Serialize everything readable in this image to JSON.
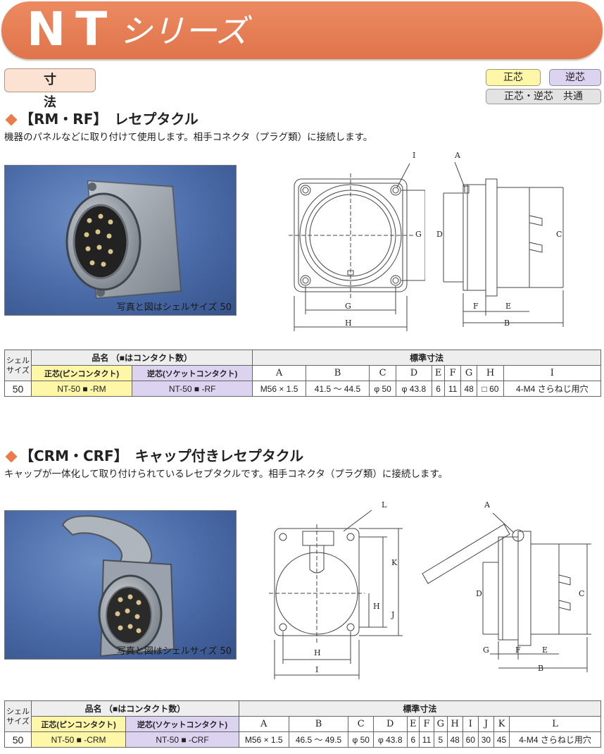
{
  "header": {
    "title_nt": "NT",
    "title_series": "シリーズ"
  },
  "tag": "寸 法",
  "legend": {
    "sei": "正芯",
    "gyaku": "逆芯",
    "common": "正芯・逆芯　共通"
  },
  "section1": {
    "title": "【RM・RF】　レセプタクル",
    "desc": "機器のパネルなどに取り付けて使用します。相手コネクタ（プラグ類）に接続します。",
    "photo_caption": "写真と図はシェルサイズ 50",
    "table": {
      "shell_label_1": "シェル",
      "shell_label_2": "サイズ",
      "name_header": "品名 （■はコンタクト数）",
      "std_header": "標準寸法",
      "sei_header": "正芯(ピンコンタクト)",
      "gyaku_header": "逆芯(ソケットコンタクト)",
      "columns": [
        "A",
        "B",
        "C",
        "D",
        "E",
        "F",
        "G",
        "H",
        "I"
      ],
      "row": {
        "size": "50",
        "sei_name": "NT-50 ■ -RM",
        "gyaku_name": "NT-50 ■ -RF",
        "values": [
          "M56 × 1.5",
          "41.5 ～ 44.5",
          "φ 50",
          "φ 43.8",
          "6",
          "11",
          "48",
          "□ 60",
          "4-M4 さらねじ用穴"
        ]
      }
    },
    "drawing_labels": {
      "I": "I",
      "G": "G",
      "H": "H",
      "D": "D",
      "A": "A",
      "C": "C",
      "F": "F",
      "E": "E",
      "B": "B"
    }
  },
  "section2": {
    "title": "【CRM・CRF】　キャップ付きレセプタクル",
    "desc": "キャップが一体化して取り付けられているレセプタクルです。相手コネクタ（プラグ類）に接続します。",
    "photo_caption": "写真と図はシェルサイズ 50",
    "table": {
      "shell_label_1": "シェル",
      "shell_label_2": "サイズ",
      "name_header": "品名 （■はコンタクト数）",
      "std_header": "標準寸法",
      "sei_header": "正芯(ピンコンタクト)",
      "gyaku_header": "逆芯(ソケットコンタクト)",
      "columns": [
        "A",
        "B",
        "C",
        "D",
        "E",
        "F",
        "G",
        "H",
        "I",
        "J",
        "K",
        "L"
      ],
      "row": {
        "size": "50",
        "sei_name": "NT-50 ■ -CRM",
        "gyaku_name": "NT-50 ■ -CRF",
        "values": [
          "M56 × 1.5",
          "46.5 ～ 49.5",
          "φ 50",
          "φ 43.8",
          "6",
          "11",
          "5",
          "48",
          "60",
          "30",
          "45",
          "4-M4 さらねじ用穴"
        ]
      }
    },
    "drawing_labels": {
      "L": "L",
      "K": "K",
      "H": "H",
      "J": "J",
      "I": "I",
      "A": "A",
      "D": "D",
      "C": "C",
      "G": "G",
      "F": "F",
      "E": "E",
      "B": "B"
    }
  },
  "colors": {
    "banner": "#e37c52",
    "sei_bg": "#fff7a8",
    "gyaku_bg": "#dcd3f0",
    "photo_bg": "#4a6ba8"
  }
}
